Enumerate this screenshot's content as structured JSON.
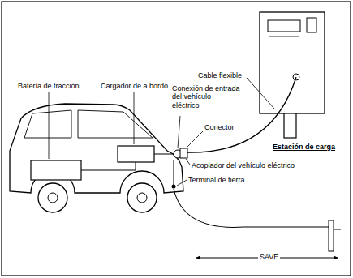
{
  "diagram": {
    "labels": [
      "Batería de tracción",
      "Cargador de a bordo",
      "Conexión de entrada del vehículo eléctrico",
      "Cable flexible",
      "Conector",
      "Estación de carga",
      "Acoplador del vehículo eléctrico",
      "Terminal de tierra",
      "SAVE"
    ]
  }
}
